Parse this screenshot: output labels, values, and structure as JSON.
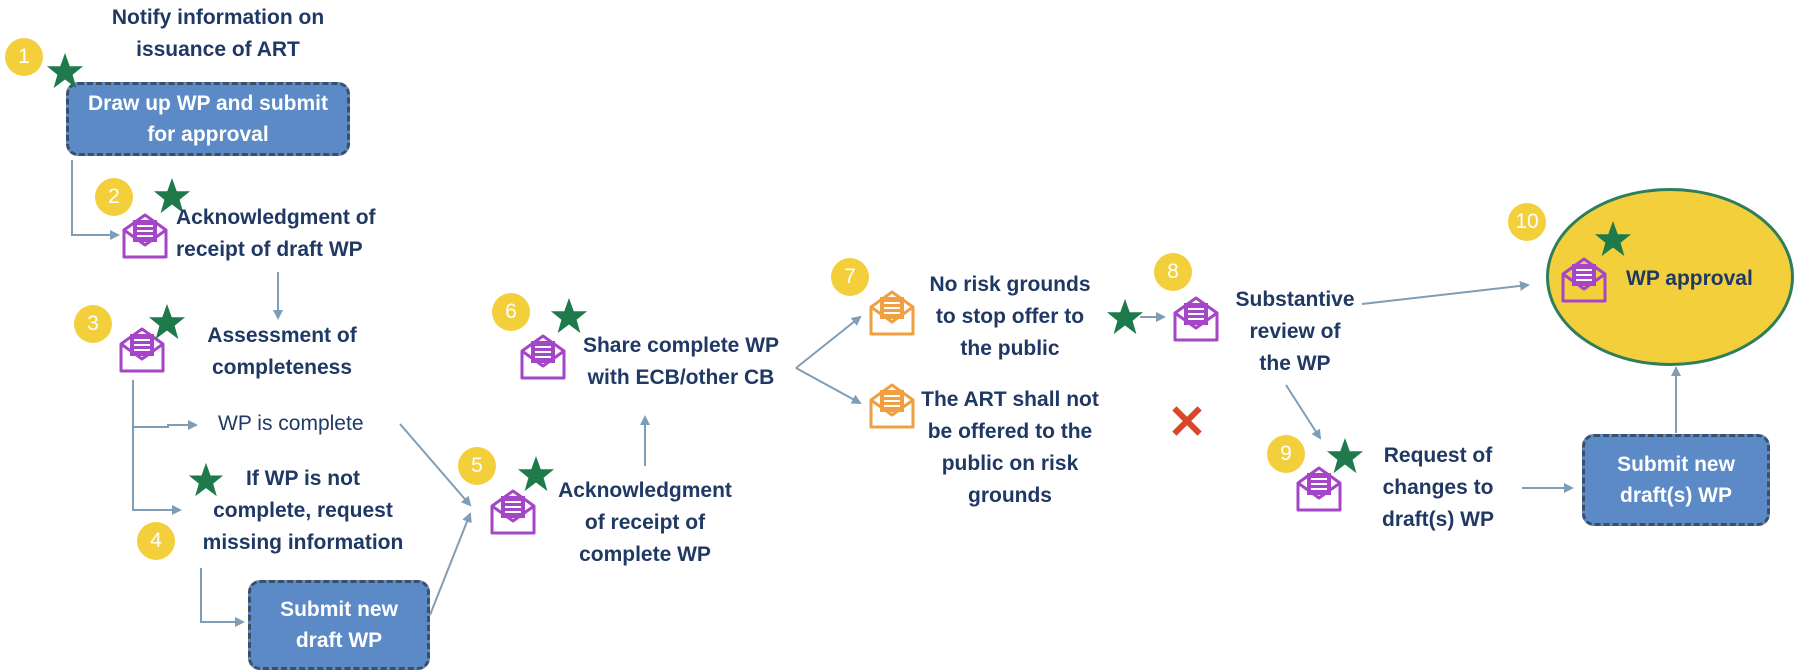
{
  "steps": {
    "s1": {
      "badge": "1",
      "title": "Notify information on\nissuance of ART",
      "box": "Draw up WP and submit\nfor approval"
    },
    "s2": {
      "badge": "2",
      "label": "Acknowledgment of\nreceipt of draft WP"
    },
    "s3": {
      "badge": "3",
      "label": "Assessment of\ncompleteness",
      "complete": "WP is complete",
      "incomplete": "If WP is not\ncomplete, request\nmissing information"
    },
    "s4": {
      "badge": "4",
      "box": "Submit new\ndraft WP"
    },
    "s5": {
      "badge": "5",
      "label": "Acknowledgment\nof receipt of\ncomplete WP"
    },
    "s6": {
      "badge": "6",
      "label": "Share complete WP\nwith ECB/other CB"
    },
    "s7": {
      "badge": "7",
      "label_ok": "No risk grounds\nto stop offer to\nthe public",
      "label_no": "The ART shall not\nbe offered to the\npublic on risk\ngrounds"
    },
    "s8": {
      "badge": "8",
      "label": "Substantive\nreview of\nthe WP"
    },
    "s9": {
      "badge": "9",
      "label": "Request of\nchanges to\ndraft(s) WP",
      "box": "Submit new\ndraft(s) WP"
    },
    "s10": {
      "badge": "10",
      "label": "WP approval"
    }
  },
  "colors": {
    "navy": "#1f3864",
    "box": "#5b8ac6",
    "gold": "#f2cf3b",
    "star": "#1e7a4a",
    "envelope_purple": "#a545c7",
    "envelope_orange": "#f0a040",
    "arrow": "#7f9db5",
    "cross": "#d9472b"
  },
  "icons": [
    "envelope-icon",
    "star-icon",
    "cross-icon"
  ]
}
